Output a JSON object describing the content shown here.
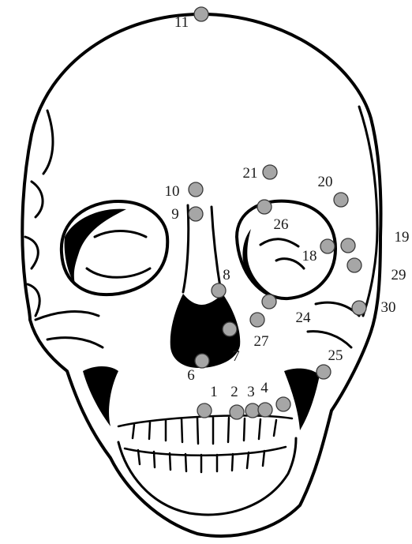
{
  "landmark_color": "#a6a6a6",
  "landmarks": [
    {
      "id": "11",
      "label": "11"
    },
    {
      "id": "21",
      "label": "21"
    },
    {
      "id": "20",
      "label": "20"
    },
    {
      "id": "10",
      "label": "10"
    },
    {
      "id": "9",
      "label": "9"
    },
    {
      "id": "26",
      "label": "26"
    },
    {
      "id": "19",
      "label": "19"
    },
    {
      "id": "18",
      "label": "18"
    },
    {
      "id": "8",
      "label": "8"
    },
    {
      "id": "29",
      "label": "29"
    },
    {
      "id": "30",
      "label": "30"
    },
    {
      "id": "24",
      "label": "24"
    },
    {
      "id": "27",
      "label": "27"
    },
    {
      "id": "7",
      "label": "7"
    },
    {
      "id": "6",
      "label": "6"
    },
    {
      "id": "25",
      "label": "25"
    },
    {
      "id": "1",
      "label": "1"
    },
    {
      "id": "2",
      "label": "2"
    },
    {
      "id": "3",
      "label": "3"
    },
    {
      "id": "4",
      "label": "4"
    }
  ]
}
